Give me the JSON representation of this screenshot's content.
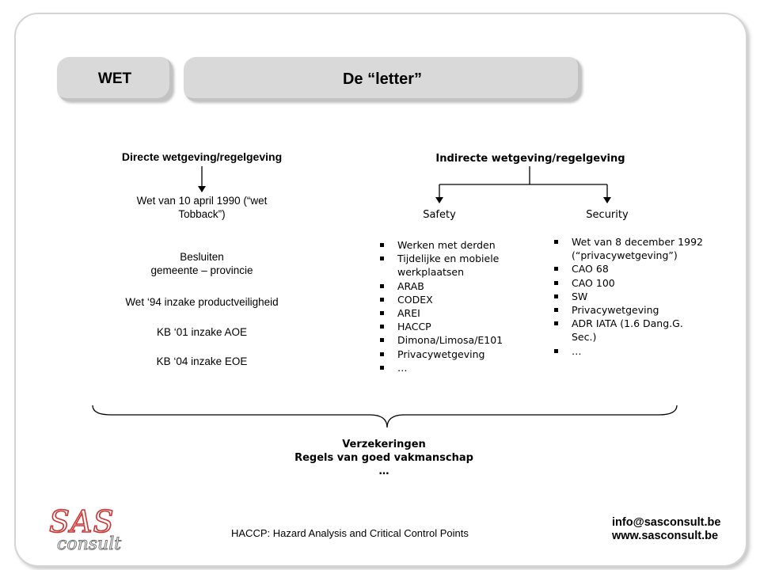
{
  "header": {
    "wet_label": "WET",
    "title": "De “letter”"
  },
  "left_column": {
    "heading": "Directe wetgeving/regelgeving",
    "law": "Wet van 10 april 1990 (“wet Tobback”)",
    "besluiten": "Besluiten",
    "gemeente": "gemeente – provincie",
    "wet94": "Wet ‘94 inzake productveiligheid",
    "kb01": "KB ‘01 inzake AOE",
    "kb04": "KB ‘04 inzake EOE"
  },
  "right_section": {
    "heading": "Indirecte wetgeving/regelgeving",
    "safety": {
      "label": "Safety",
      "items": [
        "Werken met derden",
        "Tijdelijke en mobiele werkplaatsen",
        "ARAB",
        "CODEX",
        "AREI",
        "HACCP",
        "Dimona/Limosa/E101",
        "Privacywetgeving",
        "…"
      ]
    },
    "security": {
      "label": "Security",
      "items": [
        "Wet van 8 december 1992 (“privacywetgeving”)",
        "CAO 68",
        "CAO 100",
        "SW",
        "Privacywetgeving",
        "ADR IATA (1.6 Dang.G. Sec.)",
        "…"
      ]
    }
  },
  "bottom": {
    "line1": "Verzekeringen",
    "line2": "Regels van goed vakmanschap",
    "line3": "…"
  },
  "footer": {
    "logo_text": "SAS consult",
    "haccp": "HACCP: Hazard Analysis and Critical Control Points",
    "email": "info@sasconsult.be",
    "website": "www.sasconsult.be"
  }
}
